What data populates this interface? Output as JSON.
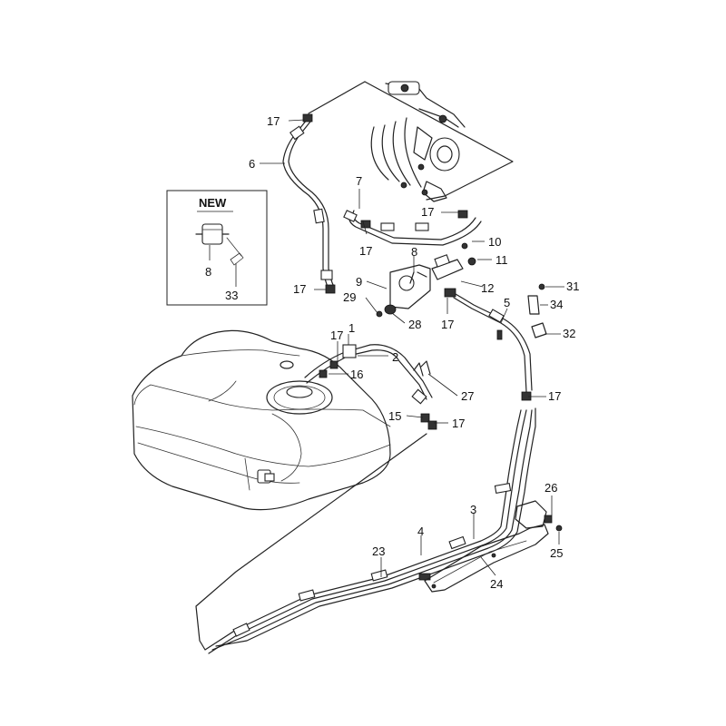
{
  "inset": {
    "title": "NEW"
  },
  "callouts": [
    {
      "id": "c1",
      "text": "1"
    },
    {
      "id": "c2",
      "text": "2"
    },
    {
      "id": "c3",
      "text": "3"
    },
    {
      "id": "c4",
      "text": "4"
    },
    {
      "id": "c5",
      "text": "5"
    },
    {
      "id": "c6",
      "text": "6"
    },
    {
      "id": "c7",
      "text": "7"
    },
    {
      "id": "c8a",
      "text": "8"
    },
    {
      "id": "c8b",
      "text": "8"
    },
    {
      "id": "c9",
      "text": "9"
    },
    {
      "id": "c10",
      "text": "10"
    },
    {
      "id": "c11",
      "text": "11"
    },
    {
      "id": "c12",
      "text": "12"
    },
    {
      "id": "c15",
      "text": "15"
    },
    {
      "id": "c16",
      "text": "16"
    },
    {
      "id": "c17a",
      "text": "17"
    },
    {
      "id": "c17b",
      "text": "17"
    },
    {
      "id": "c17c",
      "text": "17"
    },
    {
      "id": "c17d",
      "text": "17"
    },
    {
      "id": "c17e",
      "text": "17"
    },
    {
      "id": "c17f",
      "text": "17"
    },
    {
      "id": "c17g",
      "text": "17"
    },
    {
      "id": "c17h",
      "text": "17"
    },
    {
      "id": "c23",
      "text": "23"
    },
    {
      "id": "c24",
      "text": "24"
    },
    {
      "id": "c25",
      "text": "25"
    },
    {
      "id": "c26",
      "text": "26"
    },
    {
      "id": "c27",
      "text": "27"
    },
    {
      "id": "c28",
      "text": "28"
    },
    {
      "id": "c29",
      "text": "29"
    },
    {
      "id": "c31",
      "text": "31"
    },
    {
      "id": "c32",
      "text": "32"
    },
    {
      "id": "c33",
      "text": "33"
    },
    {
      "id": "c34",
      "text": "34"
    }
  ]
}
